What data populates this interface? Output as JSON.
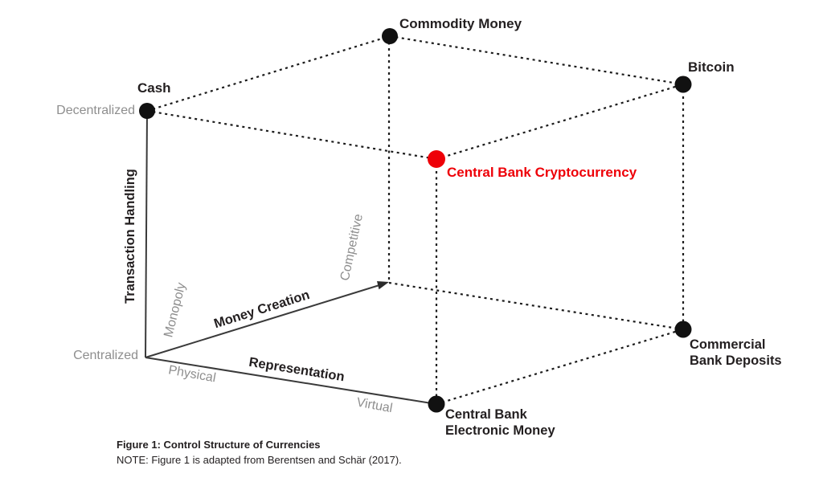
{
  "figure": {
    "caption_title": "Figure 1: Control Structure of Currencies",
    "caption_note": "NOTE: Figure 1 is adapted from Berentsen and Schär (2017)."
  },
  "axes": {
    "transaction_handling": {
      "label": "Transaction Handling",
      "low": "Centralized",
      "high": "Decentralized"
    },
    "money_creation": {
      "label": "Money Creation",
      "low": "Monopoly",
      "high": "Competitive"
    },
    "representation": {
      "label": "Representation",
      "low": "Physical",
      "high": "Virtual"
    }
  },
  "nodes": {
    "cash": {
      "label": "Cash"
    },
    "commodity_money": {
      "label": "Commodity Money"
    },
    "bitcoin": {
      "label": "Bitcoin"
    },
    "central_bank_cryptocurrency": {
      "label": "Central Bank Cryptocurrency"
    },
    "commercial_bank_deposits": {
      "line1": "Commercial",
      "line2": "Bank Deposits"
    },
    "central_bank_electronic_money": {
      "line1": "Central Bank",
      "line2": "Electronic Money"
    }
  },
  "colors": {
    "node": "#111111",
    "highlight": "#ee0008",
    "tick_text": "#8e8e8e",
    "text": "#231f20"
  }
}
